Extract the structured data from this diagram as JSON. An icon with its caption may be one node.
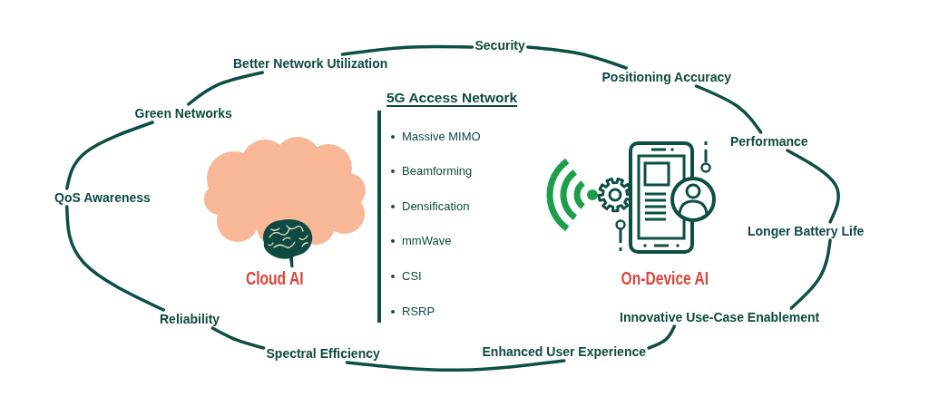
{
  "diagram": {
    "nodes": [
      {
        "text": [
          "Security"
        ]
      },
      {
        "text": [
          "Positioning Accuracy"
        ]
      },
      {
        "text": [
          "Performance"
        ]
      },
      {
        "text": [
          "Longer Battery Life"
        ]
      },
      {
        "text": [
          "Innovative Use-Case Enablement"
        ]
      },
      {
        "text": [
          "Enhanced User Experience"
        ]
      },
      {
        "text": [
          "Spectral Efficiency"
        ]
      },
      {
        "text": [
          "Reliability"
        ]
      },
      {
        "text": [
          "QoS Awareness"
        ]
      },
      {
        "text": [
          "Green Networks"
        ]
      },
      {
        "text": [
          "Better Network Utilization"
        ]
      }
    ],
    "edges": [
      {
        "from": 0,
        "to": 1,
        "arrow": "none"
      },
      {
        "from": 1,
        "to": 2,
        "arrow": "none"
      },
      {
        "from": 2,
        "to": 3,
        "arrow": "none"
      },
      {
        "from": 3,
        "to": 4,
        "arrow": "none"
      },
      {
        "from": 4,
        "to": 5,
        "arrow": "none"
      },
      {
        "from": 5,
        "to": 6,
        "arrow": "none"
      },
      {
        "from": 6,
        "to": 7,
        "arrow": "none"
      },
      {
        "from": 7,
        "to": 8,
        "arrow": "none"
      },
      {
        "from": 8,
        "to": 9,
        "arrow": "none"
      },
      {
        "from": 9,
        "to": 10,
        "arrow": "none"
      },
      {
        "from": 10,
        "to": 0,
        "arrow": "none"
      }
    ],
    "labels": [
      "Cloud AI",
      "5G Access Network",
      "Massive MIMO",
      "Beamforming",
      "Densification",
      "mmWave",
      "CSI",
      "RSRP",
      "On-Device AI"
    ]
  }
}
